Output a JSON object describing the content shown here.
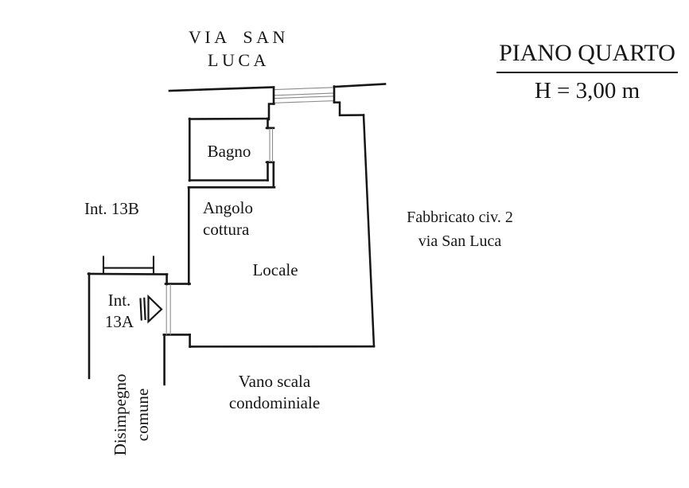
{
  "page": {
    "background": "#ffffff",
    "ink_color": "#161616",
    "thin_line_color": "#8b8b8b"
  },
  "header": {
    "street_name": "VIA SAN LUCA",
    "floor_title": "PIANO QUARTO",
    "floor_height": "H = 3,00 m"
  },
  "plan_labels": {
    "bagno": "Bagno",
    "angolo_cottura": "Angolo\ncottura",
    "locale": "Locale",
    "int_13b": "Int. 13B",
    "int_13a": "Int.\n13A",
    "fabbricato": "Fabbricato civ. 2\nvia San Luca",
    "vano_scala": "Vano scala\ncondominiale",
    "disimpegno": "Disimpegno\ncomune"
  }
}
